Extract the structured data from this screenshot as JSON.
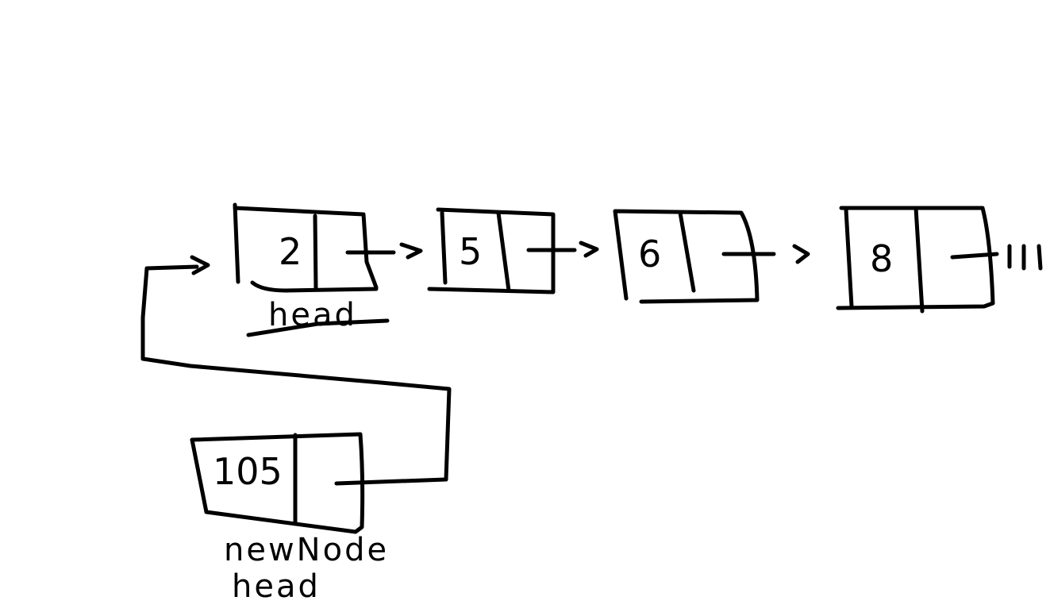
{
  "colors": {
    "background": "#ffffff",
    "ink": "#000000"
  },
  "list": {
    "nodes": [
      {
        "value": "2"
      },
      {
        "value": "5"
      },
      {
        "value": "6"
      },
      {
        "value": "8"
      }
    ],
    "old_head_label": "head",
    "null_marker_icon": "ground-icon"
  },
  "new_node": {
    "value": "105",
    "label_line1": "newNode",
    "label_line2": "head"
  }
}
